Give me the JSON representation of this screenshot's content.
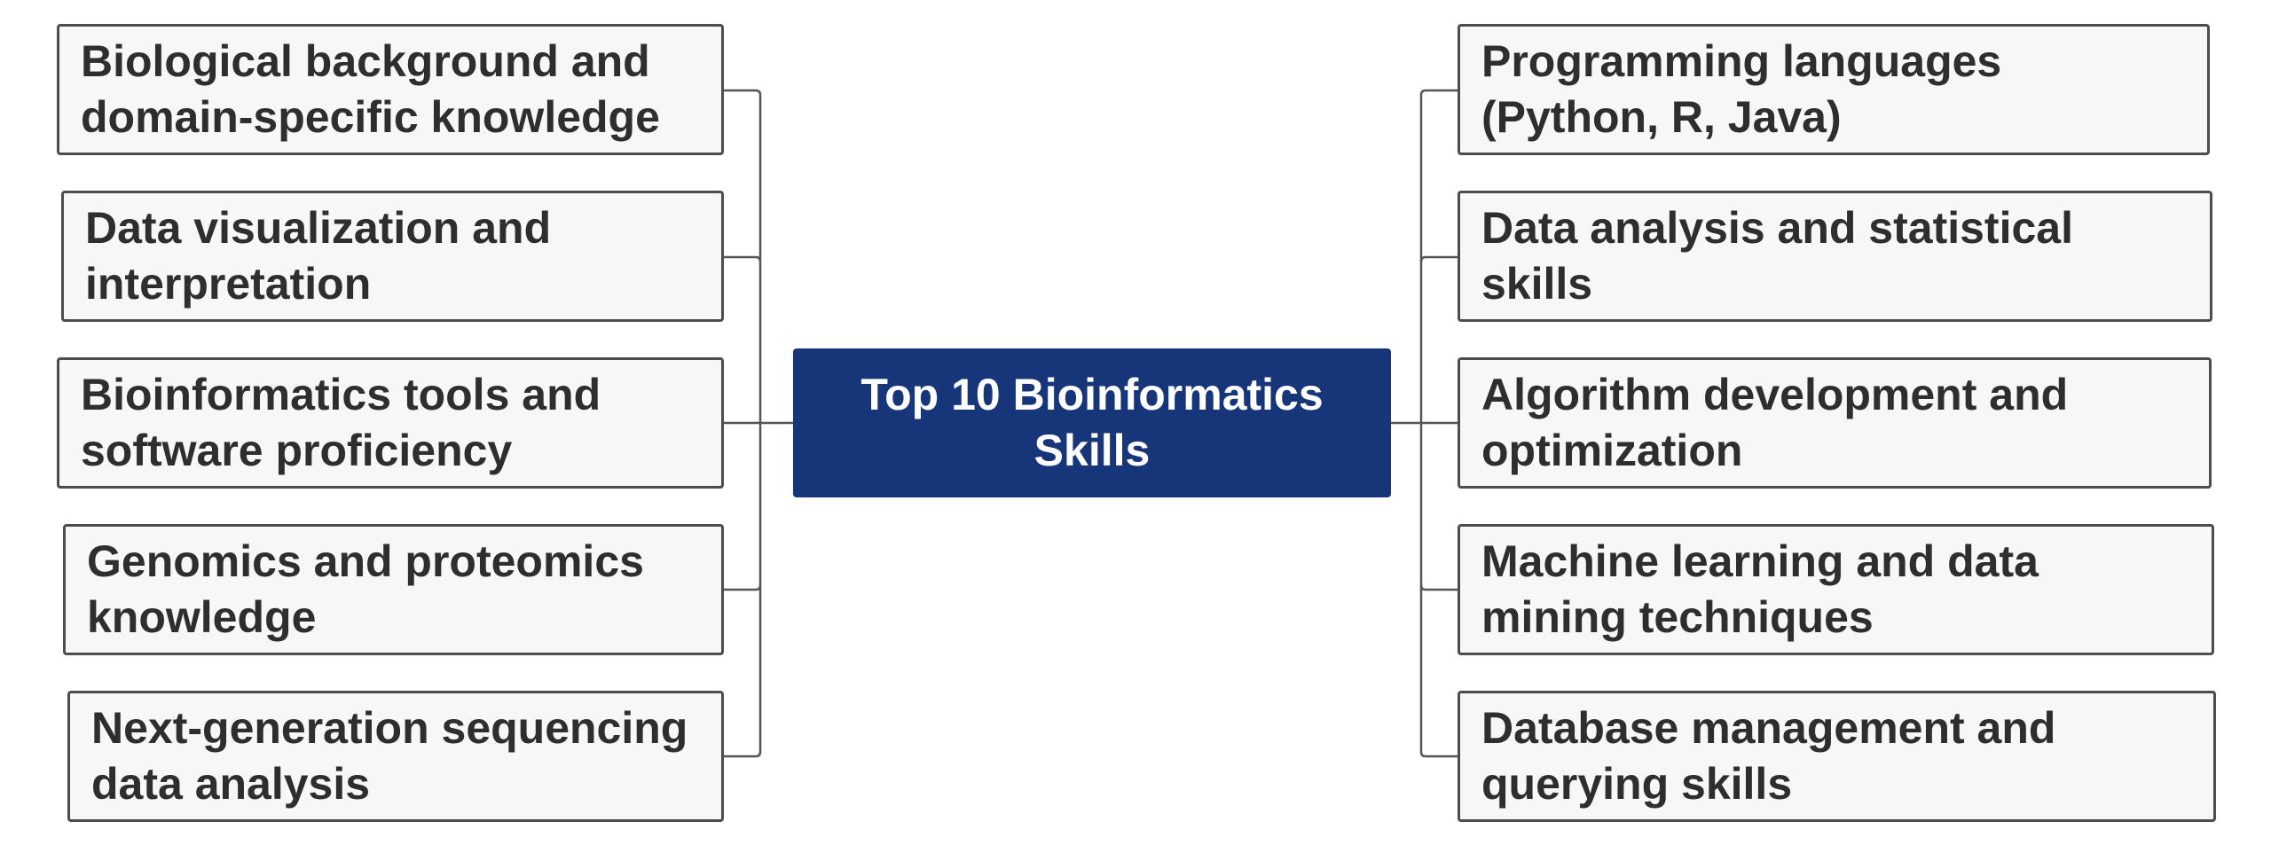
{
  "diagram": {
    "center_title": "Top 10 Bioinformatics Skills",
    "left_nodes": [
      "Biological background and domain-specific knowledge",
      "Data visualization and interpretation",
      "Bioinformatics tools and software proficiency",
      "Genomics and proteomics knowledge",
      "Next-generation sequencing data analysis"
    ],
    "right_nodes": [
      "Programming languages (Python, R, Java)",
      "Data analysis and statistical skills",
      "Algorithm development and optimization",
      "Machine learning and data mining techniques",
      "Database management and querying skills"
    ],
    "colors": {
      "center_fill": "#17367a",
      "center_text": "#ffffff",
      "node_fill": "#f7f7f7",
      "node_border": "#4d4d4d",
      "node_text": "#2e2e2e",
      "connector": "#555555"
    }
  }
}
